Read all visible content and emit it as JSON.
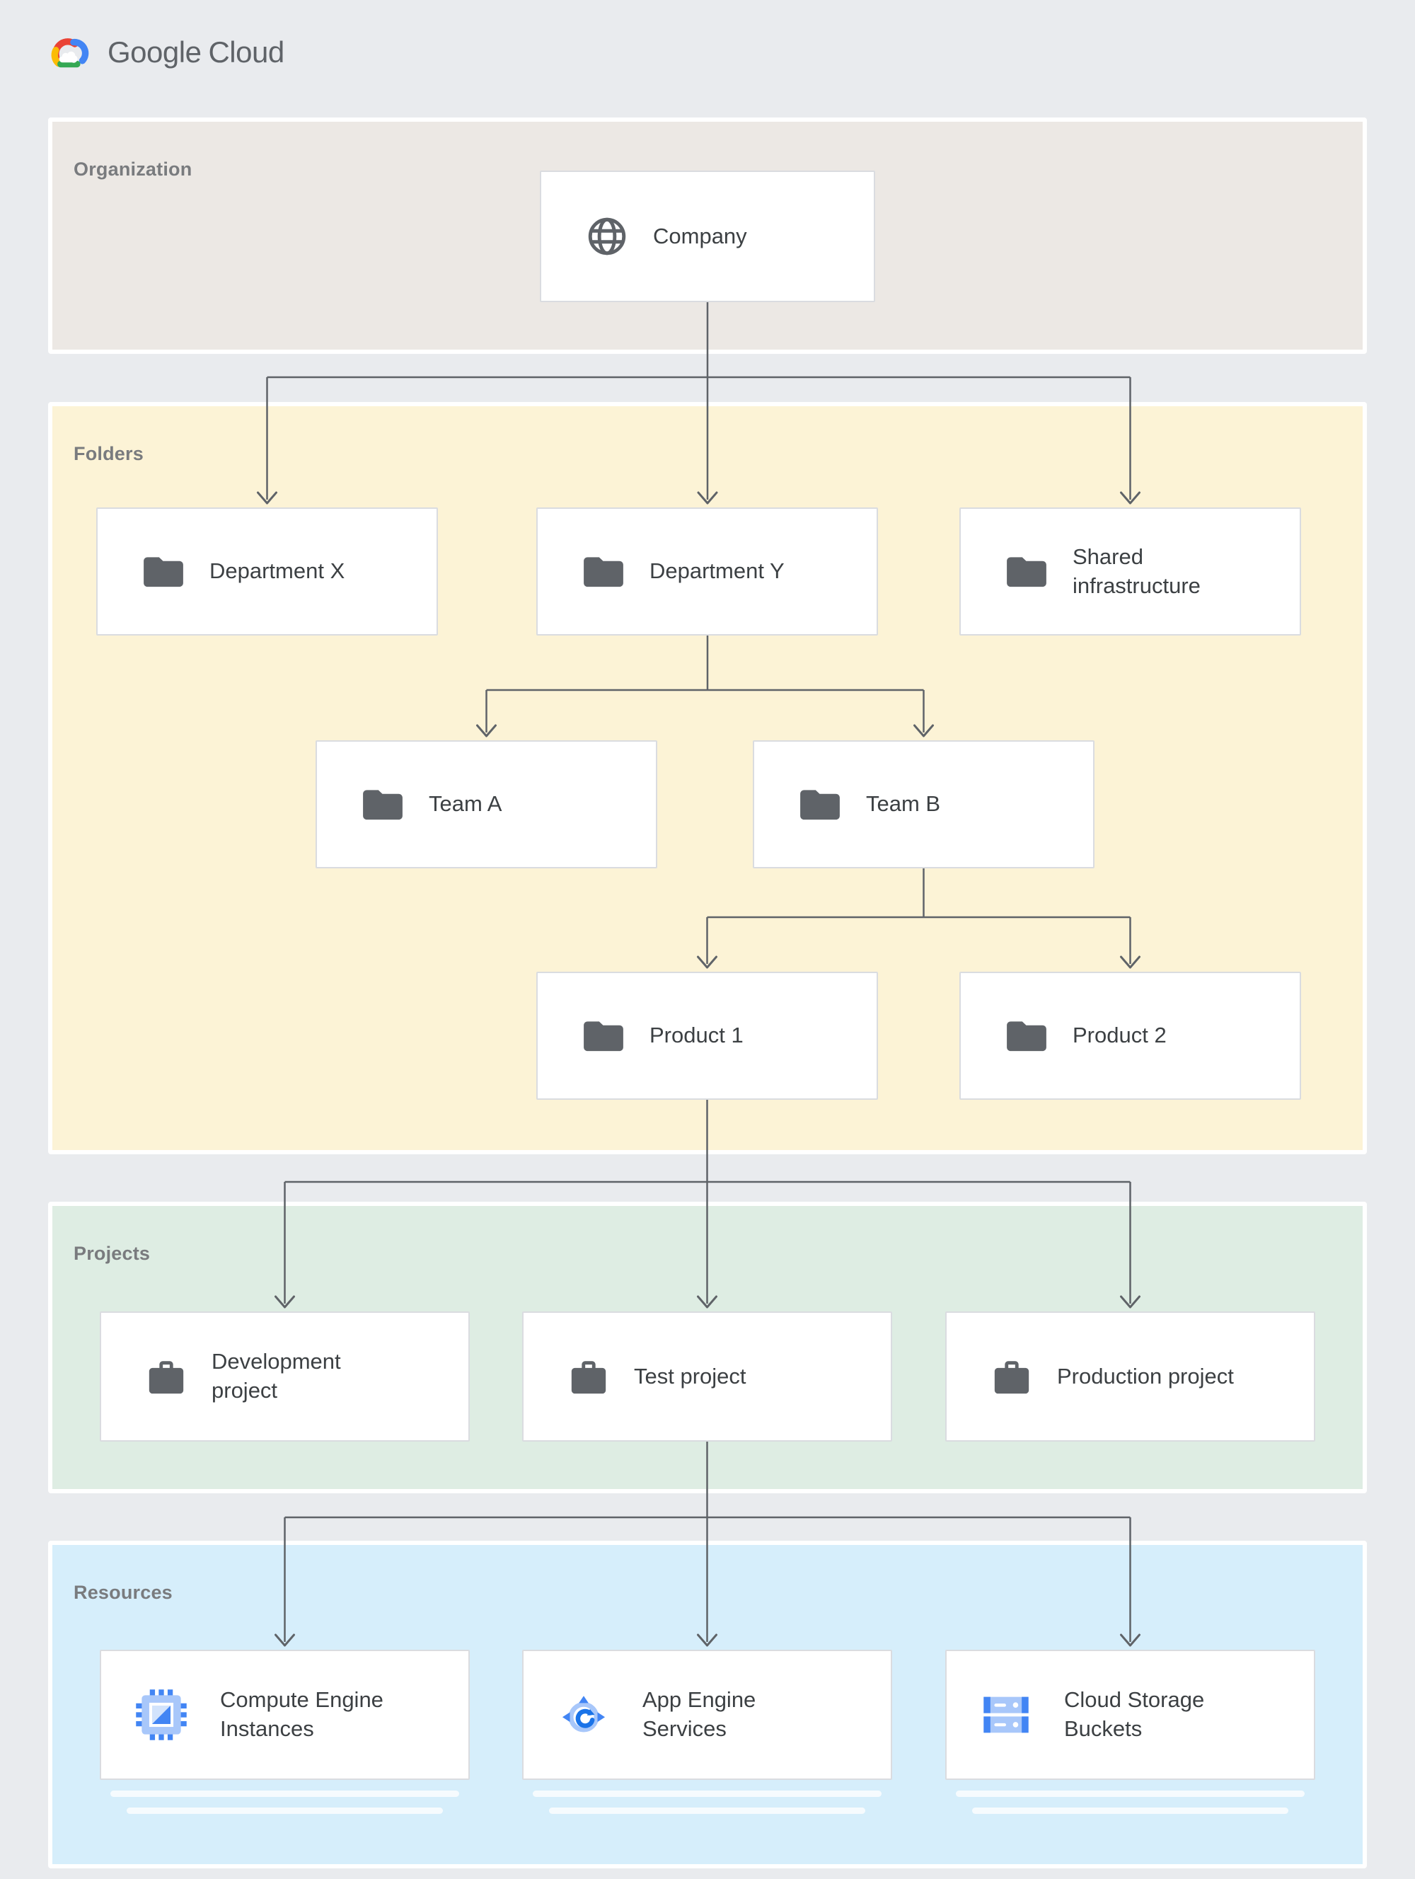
{
  "logo": {
    "google": "Google",
    "cloud": "Cloud"
  },
  "sections": {
    "organization": {
      "label": "Organization"
    },
    "folders": {
      "label": "Folders"
    },
    "projects": {
      "label": "Projects"
    },
    "resources": {
      "label": "Resources"
    }
  },
  "nodes": {
    "company": {
      "label": "Company",
      "icon": "globe-icon"
    },
    "department_x": {
      "label": "Department X",
      "icon": "folder-icon"
    },
    "department_y": {
      "label": "Department Y",
      "icon": "folder-icon"
    },
    "shared_infrastructure": {
      "label": "Shared infrastructure",
      "icon": "folder-icon"
    },
    "team_a": {
      "label": "Team A",
      "icon": "folder-icon"
    },
    "team_b": {
      "label": "Team B",
      "icon": "folder-icon"
    },
    "product_1": {
      "label": "Product 1",
      "icon": "folder-icon"
    },
    "product_2": {
      "label": "Product 2",
      "icon": "folder-icon"
    },
    "development_project": {
      "label": "Development project",
      "icon": "briefcase-icon"
    },
    "test_project": {
      "label": "Test project",
      "icon": "briefcase-icon"
    },
    "production_project": {
      "label": "Production project",
      "icon": "briefcase-icon"
    },
    "compute_engine": {
      "label": "Compute Engine Instances",
      "icon": "compute-engine-icon"
    },
    "app_engine": {
      "label": "App Engine Services",
      "icon": "app-engine-icon"
    },
    "cloud_storage": {
      "label": "Cloud Storage Buckets",
      "icon": "cloud-storage-icon"
    }
  },
  "hierarchy_edges": [
    {
      "from": "Company",
      "to": "Department X"
    },
    {
      "from": "Company",
      "to": "Department Y"
    },
    {
      "from": "Company",
      "to": "Shared infrastructure"
    },
    {
      "from": "Department Y",
      "to": "Team A"
    },
    {
      "from": "Department Y",
      "to": "Team B"
    },
    {
      "from": "Team B",
      "to": "Product 1"
    },
    {
      "from": "Team B",
      "to": "Product 2"
    },
    {
      "from": "Product 1",
      "to": "Development project"
    },
    {
      "from": "Product 1",
      "to": "Test project"
    },
    {
      "from": "Product 1",
      "to": "Production project"
    },
    {
      "from": "Test project",
      "to": "Compute Engine Instances"
    },
    {
      "from": "Test project",
      "to": "App Engine Services"
    },
    {
      "from": "Test project",
      "to": "Cloud Storage Buckets"
    }
  ],
  "colors": {
    "page_bg": "#E9EBEE",
    "organization_bg": "#ECE8E4",
    "folders_bg": "#FCF3D6",
    "projects_bg": "#DEEDE3",
    "resources_bg": "#D6EEFB",
    "card_border": "#DADCE0",
    "card_text": "#3C4043",
    "section_label": "#797B7E",
    "connector": "#5F6368",
    "icon_gray": "#5F6368",
    "google_blue": "#4285F4",
    "google_red": "#EA4335",
    "google_yellow": "#FBBC05",
    "google_green": "#34A853",
    "light_blue": "#A8C7FA"
  }
}
